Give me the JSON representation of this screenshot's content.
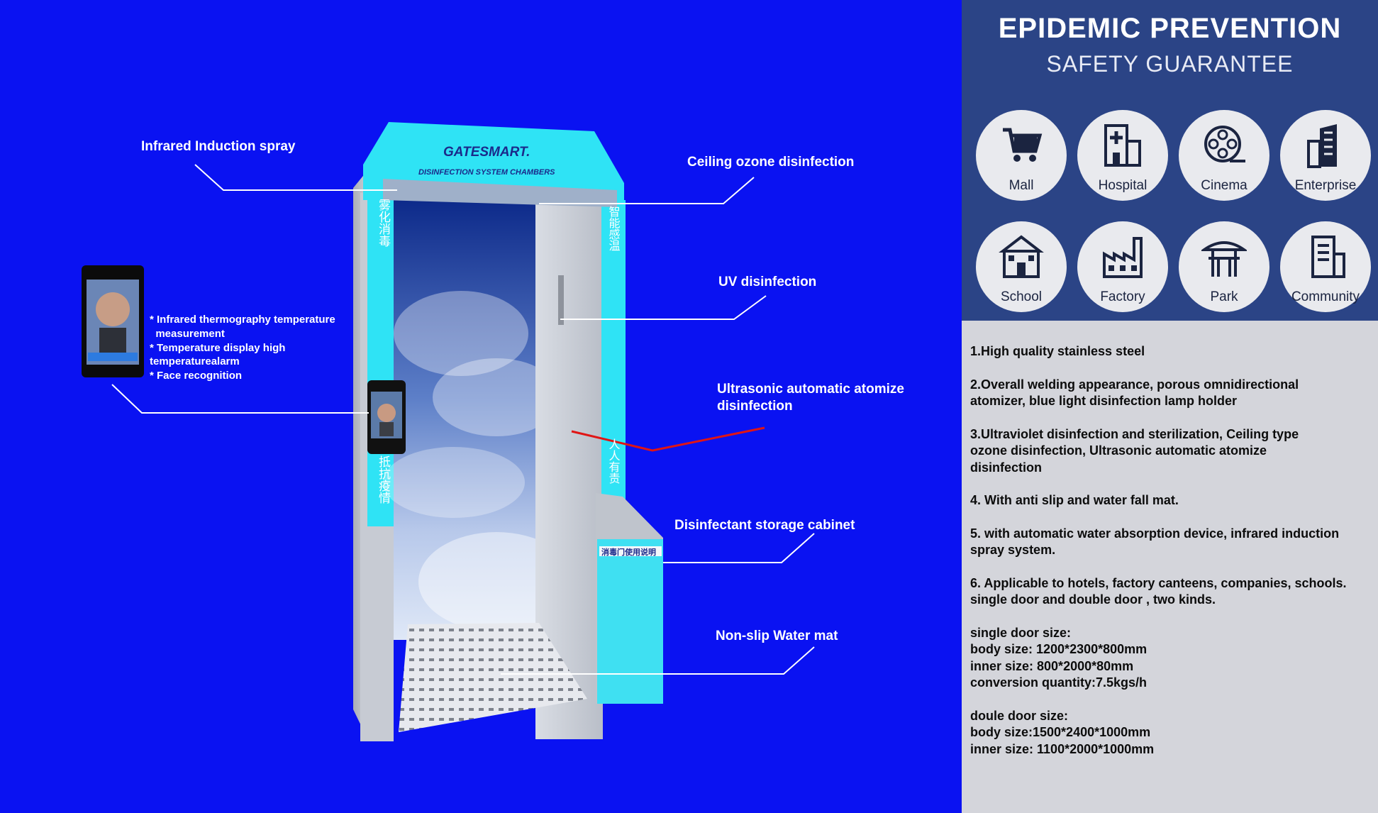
{
  "panel": {
    "title": "EPIDEMIC PREVENTION",
    "subtitle": "SAFETY GUARANTEE",
    "venues": [
      {
        "label": "Mall",
        "icon": "cart-icon"
      },
      {
        "label": "Hospital",
        "icon": "hospital-icon"
      },
      {
        "label": "Cinema",
        "icon": "film-reel-icon"
      },
      {
        "label": "Enterprise",
        "icon": "office-building-icon"
      },
      {
        "label": "School",
        "icon": "school-icon"
      },
      {
        "label": "Factory",
        "icon": "factory-icon"
      },
      {
        "label": "Park",
        "icon": "pagoda-icon"
      },
      {
        "label": "Community",
        "icon": "apartment-icon"
      }
    ]
  },
  "specs": [
    "1.High quality stainless steel",
    "2.Overall welding appearance, porous omnidirectional\natomizer, blue light disinfection lamp holder",
    "3.Ultraviolet disinfection and sterilization, Ceiling type\nozone disinfection, Ultrasonic automatic atomize\ndisinfection",
    "4. With anti slip and water fall mat.",
    "5. with automatic water absorption device, infrared induction\nspray system.",
    "6. Applicable to hotels, factory canteens, companies, schools.\nsingle door and double door , two kinds.",
    "single door size:\nbody size: 1200*2300*800mm\ninner size: 800*2000*80mm\nconversion quantity:7.5kgs/h",
    "doule door size:\nbody size:1500*2400*1000mm\ninner size: 1100*2000*1000mm"
  ],
  "callouts": {
    "infrared_spray": "Infrared Induction spray",
    "ceiling_ozone": "Ceiling ozone disinfection",
    "uv": "UV disinfection",
    "ultrasonic": "Ultrasonic automatic atomize\ndisinfection",
    "storage": "Disinfectant storage cabinet",
    "water_mat": "Non-slip Water mat"
  },
  "features": [
    "* Infrared thermography temperature",
    "  measurement",
    "* Temperature display high",
    "temperaturealarm",
    "* Face recognition"
  ],
  "chamber": {
    "brand": "GATESMART.",
    "brand_sub": "DISINFECTION SYSTEM CHAMBERS",
    "left_pillar_text": "雾化消毒",
    "left_pillar_bottom": "抵抗疫情",
    "right_pillar_text": "智能感温",
    "right_pillar_bottom": "人人有责",
    "cabinet_title": "消毒门使用说明"
  },
  "colors": {
    "left_bg": "#0a12f2",
    "header_band": "#2b4486",
    "right_bg": "#d4d5db",
    "accent_cyan": "#2fe3f5",
    "pointer_red": "#e01515"
  }
}
